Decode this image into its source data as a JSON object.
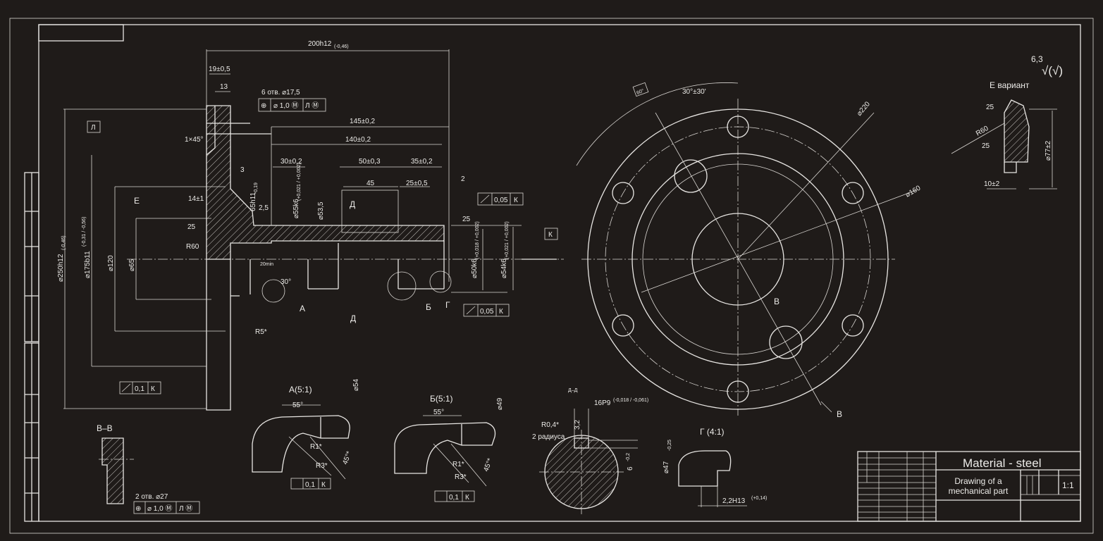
{
  "title_block": {
    "material": "Material - steel",
    "name_line1": "Drawing of a",
    "name_line2": "mechanical part",
    "scale": "1:1"
  },
  "roughness": {
    "value": "6,3",
    "symbol": "√(√)"
  },
  "dims": {
    "d200": "200h12",
    "d200_tol": "(-0,46)",
    "d19": "19±0,5",
    "d13": "13",
    "holes6": "6 отв. ⌀17,5",
    "pos_tol": "⌀ 1,0 Ⓜ",
    "datum_l_m": "Л Ⓜ",
    "d145": "145±0,2",
    "d140": "140±0,2",
    "d30": "30±0,2",
    "d50": "50±0,3",
    "d35": "35±0,2",
    "d45": "45",
    "d25_05": "25±0,5",
    "n2": "2",
    "n3": "3",
    "chamfer": "1×45°",
    "d14": "14±1",
    "d65h11": "65h11",
    "d65h11_tol": "-0,19",
    "d55k6": "⌀55k6",
    "d55k6_tol": "(+0,021 / +0,002)",
    "d53": "⌀53,5",
    "r25a": "2,5",
    "r25b": "25",
    "r25c": "25",
    "r60": "R60",
    "E": "E",
    "d65": "⌀65",
    "d120": "⌀120",
    "d175": "⌀175b11",
    "d175_tol": "(-0,31 / -0,56)",
    "d250": "⌀250h12",
    "d250_tol": "(-0,46)",
    "min20": "20min",
    "a30": "30°",
    "A": "А",
    "B": "Б",
    "G": "Г",
    "D": "Д",
    "D2": "Д",
    "r5": "R5*",
    "d50k6": "⌀50k6",
    "d50k6_tol": "(+0,018 / +0,002)",
    "d54k6": "⌀54k6",
    "d54k6_tol": "(+0,021 / +0,002)",
    "runout": "0,05",
    "K": "К",
    "datum_l": "Л",
    "datum_k": "К",
    "runout2": "0,05",
    "K2": "К",
    "runout3": "0,1",
    "K3": "К",
    "a60": "60°",
    "a30_30": "30°±30'",
    "d220": "⌀220",
    "d160": "⌀160",
    "V1": "В",
    "V2": "В",
    "E_var": "E вариант",
    "e25a": "25",
    "e25b": "25",
    "eR60": "R60",
    "e10": "10±2",
    "e77": "⌀77±2",
    "vv": "В–В",
    "holes2": "2 отв. ⌀27",
    "pos_tol2": "⌀ 1,0 Ⓜ",
    "datum_l_m2": "Л Ⓜ",
    "A51": "А(5:1)",
    "a55a": "55°",
    "r1a": "R1*",
    "r3a": "R3*",
    "a45a": "45°*",
    "d54": "⌀54",
    "ra01": "0,1",
    "raK": "К",
    "B51": "Б(5:1)",
    "a55b": "55°",
    "r1b": "R1*",
    "r3b": "R3*",
    "a45b": "45°*",
    "d49": "⌀49",
    "rb01": "0,1",
    "rbK": "К",
    "DD": "Д–Д",
    "r04": "R0,4*",
    "rad2": "2 радиуса",
    "w16": "16P9",
    "w16_tol": "(-0,018 / -0,061)",
    "h32": "3,2",
    "h6": "6",
    "h6_tol": "-0,2",
    "G41": "Г (4:1)",
    "d47": "⌀47",
    "d47_tol": "-0,25",
    "w22": "2,2H13",
    "w22_tol": "(+0,14)"
  }
}
